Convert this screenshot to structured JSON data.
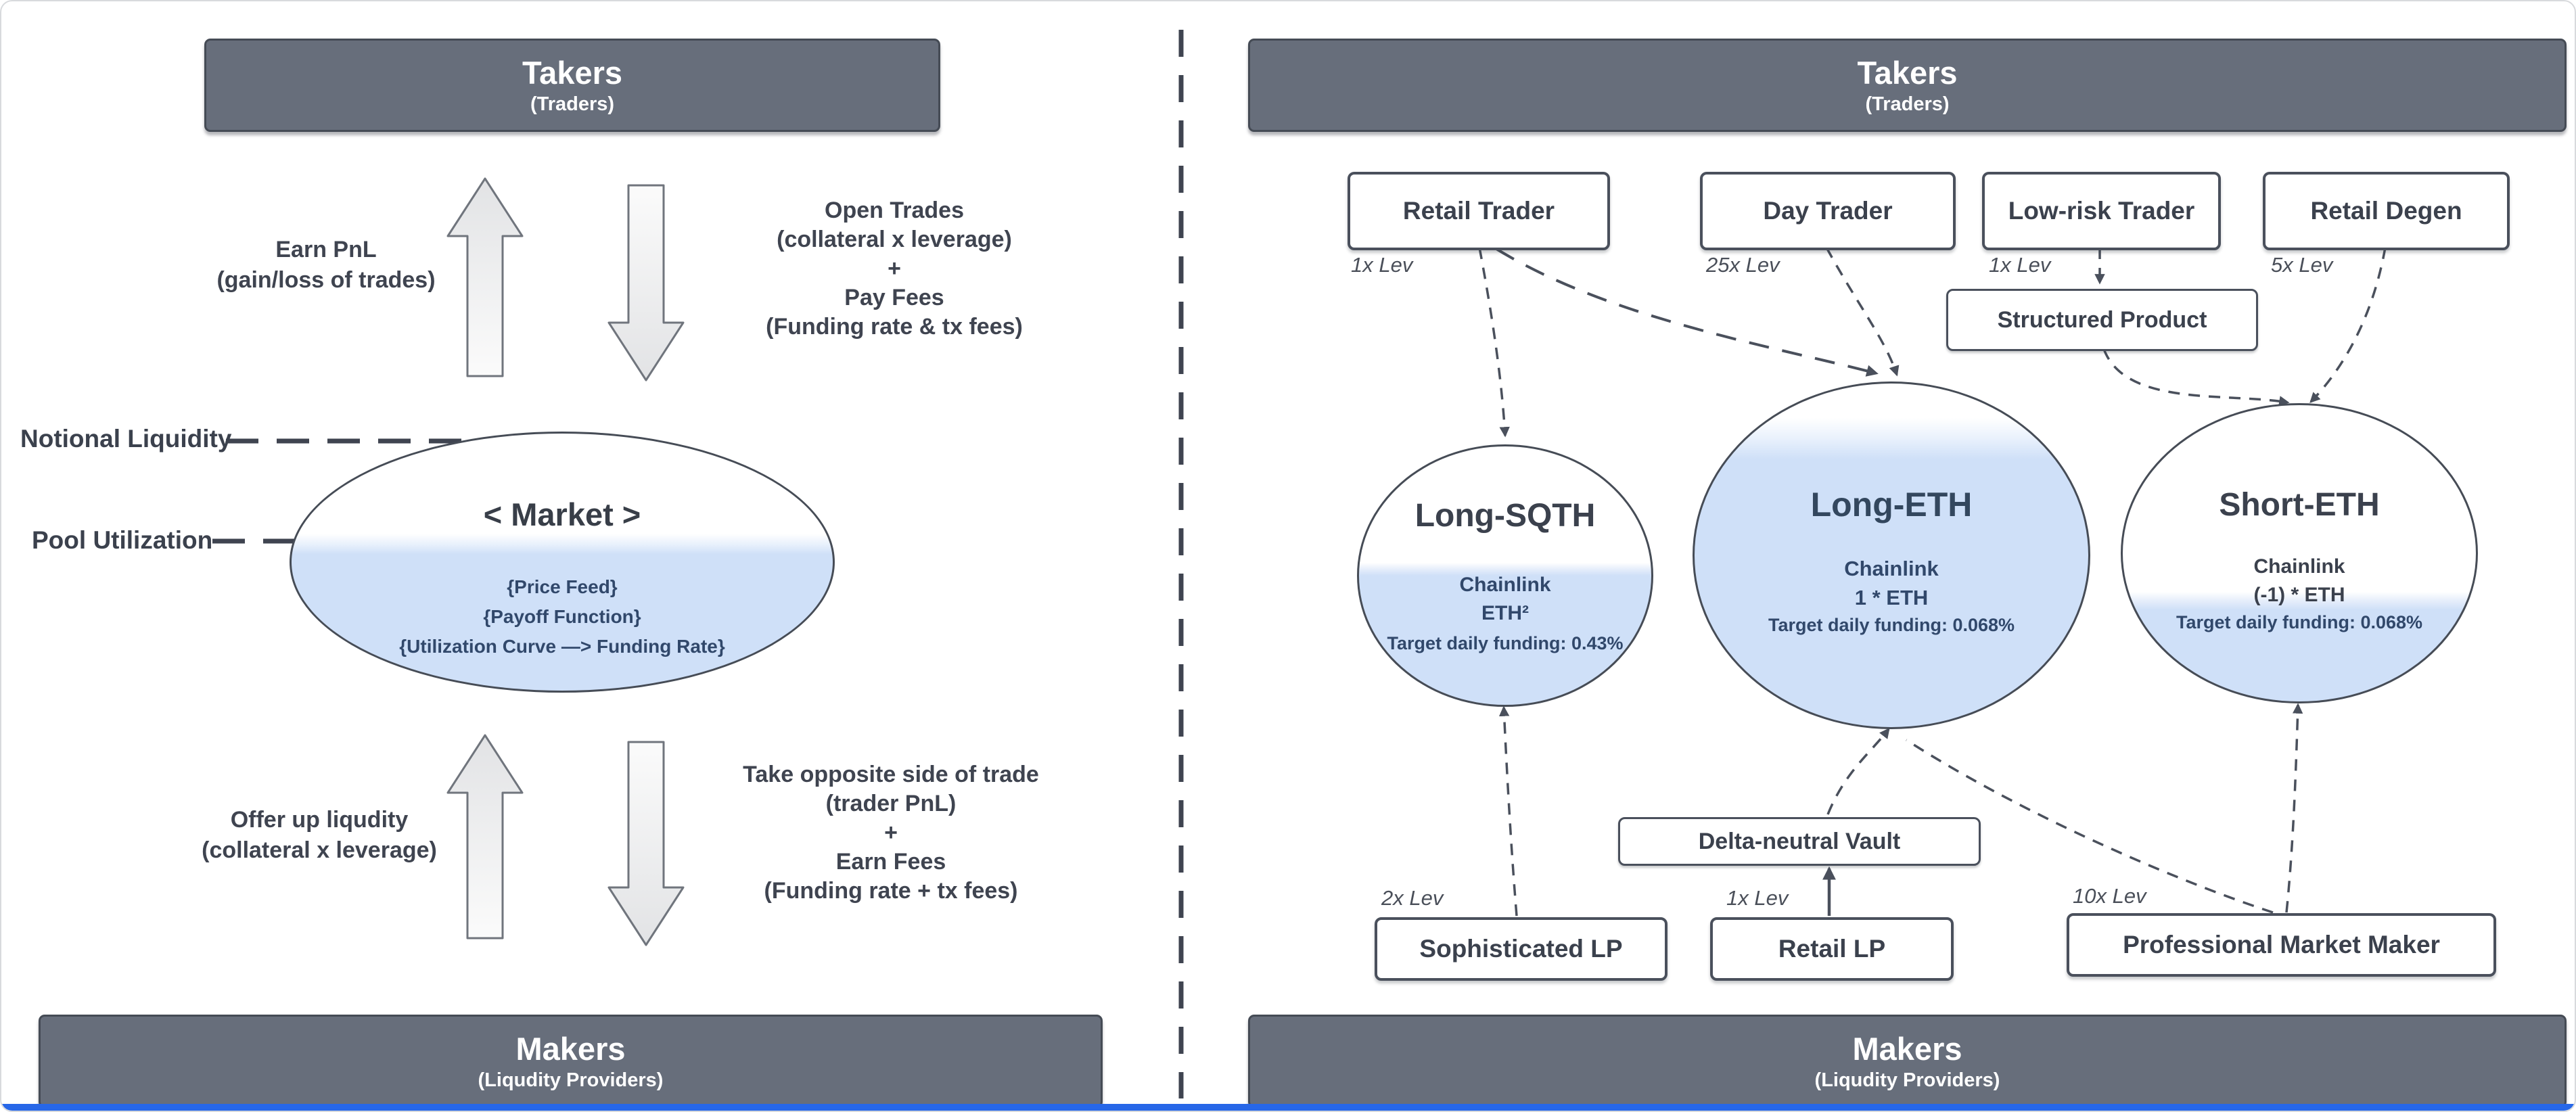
{
  "colors": {
    "header_bg": "#676e7b",
    "header_text": "#ffffff",
    "box_border": "#4a505c",
    "text_dark": "#3b414d",
    "text_navy": "#31486b",
    "market_fill_blue": "#cfe0f8",
    "connector_line": "#4a505c",
    "bottom_bar_blue": "#2767e8"
  },
  "left": {
    "takers": {
      "title": "Takers",
      "subtitle": "(Traders)"
    },
    "earn_pnl": "Earn PnL\n(gain/loss of trades)",
    "open_trades": "Open Trades\n(collateral x leverage)\n+\nPay Fees\n(Funding rate & tx fees)",
    "notional_liquidity": "Notional Liquidity",
    "pool_utilization": "Pool Utilization",
    "market": {
      "title": "< Market >",
      "body": "{Price Feed}\n{Payoff Function}\n{Utilization Curve —> Funding Rate}"
    },
    "offer_liquidity": "Offer up liqudity\n(collateral  x leverage)",
    "take_opposite": "Take opposite side of trade\n(trader PnL)\n+\nEarn Fees\n(Funding rate + tx fees)",
    "makers": {
      "title": "Makers",
      "subtitle": "(Liqudity Providers)"
    }
  },
  "right": {
    "takers": {
      "title": "Takers",
      "subtitle": "(Traders)"
    },
    "traders": [
      {
        "label": "Retail Trader",
        "lev": "1x Lev"
      },
      {
        "label": "Day Trader",
        "lev": "25x Lev"
      },
      {
        "label": "Low-risk Trader",
        "lev": "1x Lev"
      },
      {
        "label": "Retail Degen",
        "lev": "5x Lev"
      }
    ],
    "structured_product": "Structured Product",
    "markets": [
      {
        "title": "Long-SQTH",
        "oracle": "Chainlink",
        "payoff": "ETH²",
        "funding": "Target daily funding: 0.43%"
      },
      {
        "title": "Long-ETH",
        "oracle": "Chainlink",
        "payoff": "1 * ETH",
        "funding": "Target daily funding: 0.068%"
      },
      {
        "title": "Short-ETH",
        "oracle": "Chainlink",
        "payoff": "(-1) * ETH",
        "funding": "Target daily funding: 0.068%"
      }
    ],
    "delta_vault": "Delta-neutral Vault",
    "lps": [
      {
        "label": "Sophisticated LP",
        "lev": "2x Lev"
      },
      {
        "label": "Retail LP",
        "lev": "1x Lev"
      },
      {
        "label": "Professional Market Maker",
        "lev": "10x Lev"
      }
    ],
    "makers": {
      "title": "Makers",
      "subtitle": "(Liqudity Providers)"
    }
  }
}
